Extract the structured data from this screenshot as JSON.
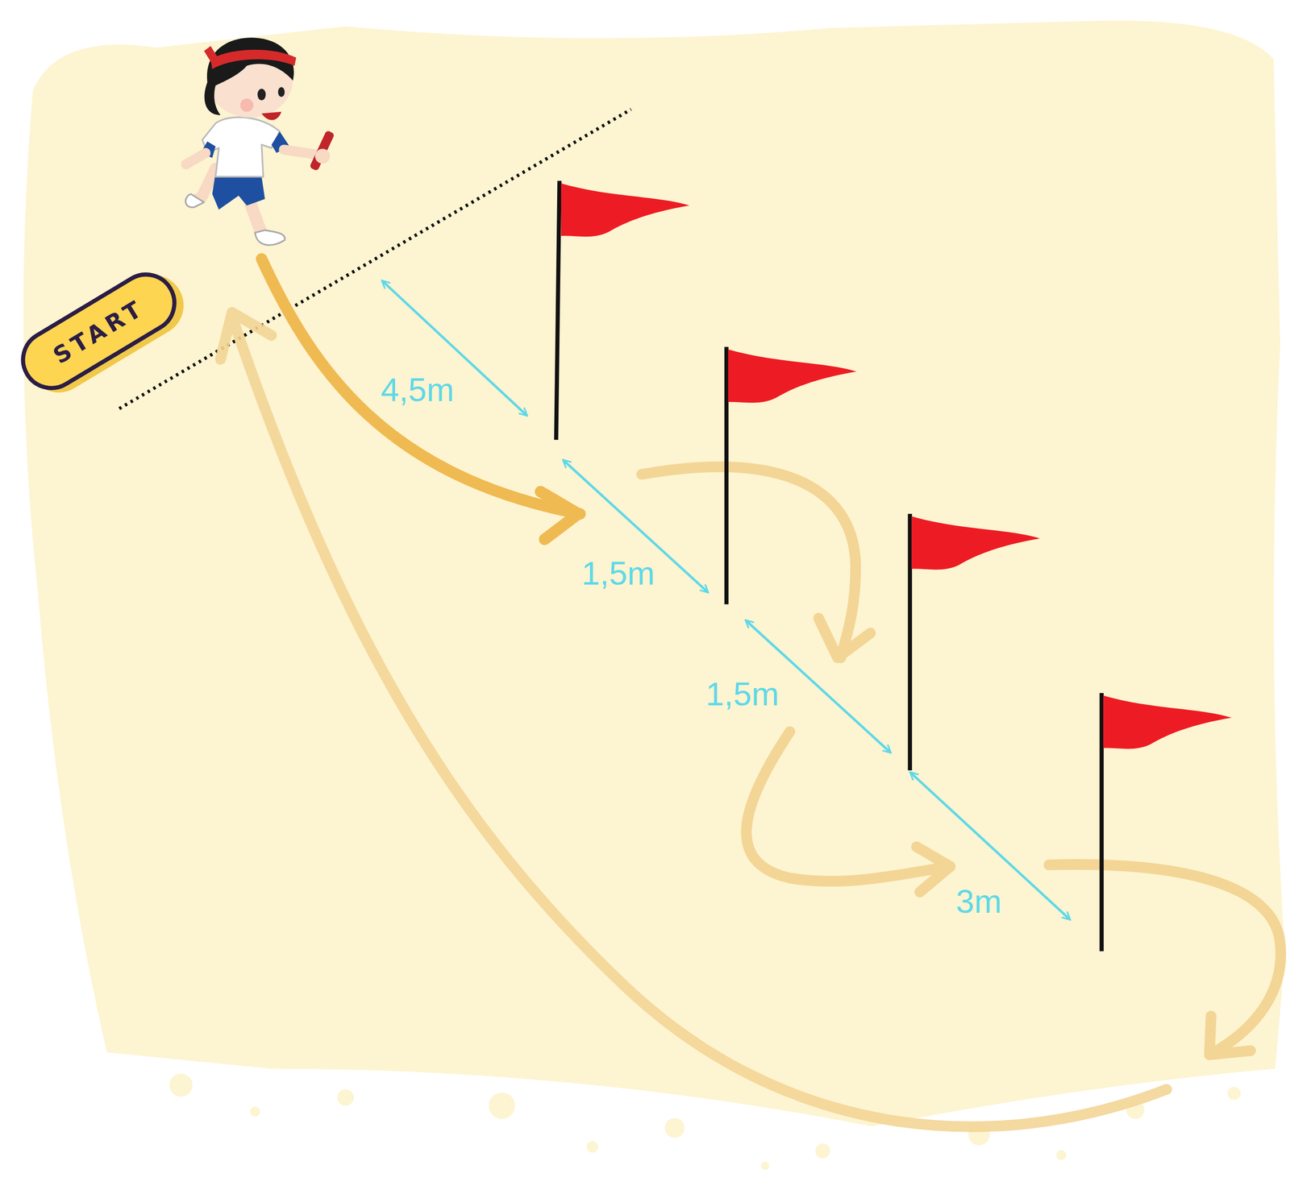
{
  "diagram": {
    "nodes": [
      {
        "text": [
          "START"
        ]
      }
    ],
    "labels": [
      "4,5m",
      "1,5m",
      "1,5m",
      "3m"
    ]
  }
}
